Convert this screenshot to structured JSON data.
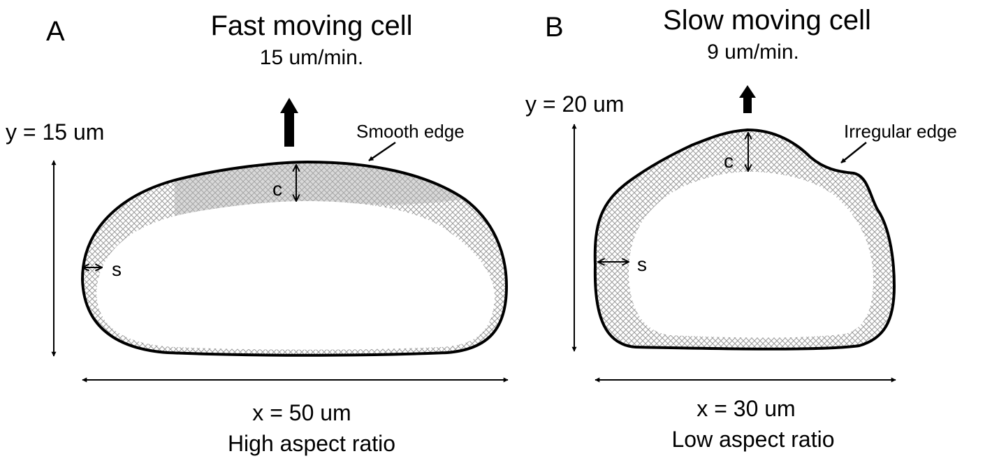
{
  "panel_a": {
    "letter": "A",
    "title": "Fast moving cell",
    "speed": "15 um/min.",
    "y_label": "y = 15 um",
    "x_label": "x = 50 um",
    "aspect": "High aspect ratio",
    "edge_label": "Smooth edge",
    "c_label": "c",
    "s_label": "s"
  },
  "panel_b": {
    "letter": "B",
    "title": "Slow moving cell",
    "speed": "9 um/min.",
    "y_label": "y = 20 um",
    "x_label": "x = 30 um",
    "aspect": "Low aspect ratio",
    "edge_label": "Irregular edge",
    "c_label": "c",
    "s_label": "s"
  }
}
